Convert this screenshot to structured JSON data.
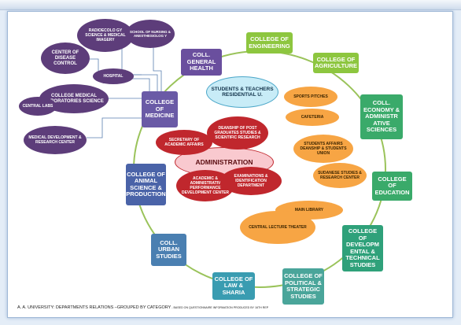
{
  "colleges": [
    {
      "id": "engineering",
      "label": "COLLEGE OF ENGINEERING",
      "color": "#8dc63f"
    },
    {
      "id": "agriculture",
      "label": "COLLEGE OF AGRICULTURE",
      "color": "#8dc63f"
    },
    {
      "id": "economy",
      "label": "COLL. ECONOMY & ADMINISTR ATIVE SCIENCES",
      "color": "#3aaa6a"
    },
    {
      "id": "education",
      "label": "COLLEGE OF EDUCATION",
      "color": "#3aaa6a"
    },
    {
      "id": "development",
      "label": "COLLEGE OF DEVELOPM ENTAL & TECHNICAL STUDIES",
      "color": "#2fa17a"
    },
    {
      "id": "political",
      "label": "COLLEGE OF POLITICAL & STRATEGIC STUDIES",
      "color": "#4aa59a"
    },
    {
      "id": "law",
      "label": "COLLEGE OF LAW & SHARIA",
      "color": "#3a9cb1"
    },
    {
      "id": "urban",
      "label": "COLL. URBAN STUDIES",
      "color": "#4a7fb1"
    },
    {
      "id": "animal",
      "label": "COLLEGE OF ANIMAL SCIENCE & PRODUCTION",
      "color": "#4a63a8"
    },
    {
      "id": "medicine",
      "label": "COLLEGE OF MEDICINE",
      "color": "#6a5aa6"
    },
    {
      "id": "health",
      "label": "COLL. GENERAL HEALTH",
      "color": "#6a4f9e"
    }
  ],
  "medical_units": [
    {
      "id": "radio",
      "label": "RADIOECOLO GY SCIENCE & MEDICAL IMAGERY"
    },
    {
      "id": "nursing",
      "label": "SCHOOL OF NURSING & ANESTHESIOLOG Y"
    },
    {
      "id": "disease",
      "label": "CENTER OF DISEASE CONTROL"
    },
    {
      "id": "hospital",
      "label": "HOSPITAL"
    },
    {
      "id": "labs_science",
      "label": "COLLEGE MEDICAL LABORATORIES SCIENCE"
    },
    {
      "id": "central_labs",
      "label": "CENTRAL LABS"
    },
    {
      "id": "med_dev",
      "label": "MEDICAL DEVELOPMENT & RESEARCH CENTER"
    }
  ],
  "residential": "STUDENTS & TEACHERS RESIDENTIAL U.",
  "administration": {
    "label": "ADMINISTRATION",
    "units": [
      {
        "id": "secretary",
        "label": "SECRETARY OF ACADEMIC AFFAIRS"
      },
      {
        "id": "deanship_post",
        "label": "DEANSHIP OF POST GRADUATES STUDIES & SCIENTIFIC RESEARCH"
      },
      {
        "id": "academic_perf",
        "label": "ACADEMIC & ADMINISTRATIV PERFORMANCE DEVELOPMENT CENTER"
      },
      {
        "id": "exams",
        "label": "EXAMINATIONS & IDENTIFICATION DEPARTMENT"
      }
    ]
  },
  "services": [
    {
      "id": "sports",
      "label": "SPORTS PITCHES"
    },
    {
      "id": "cafeteria",
      "label": "CAFETERIA"
    },
    {
      "id": "student_affairs",
      "label": "STUDENTS AFFAIRS DEANSHIP & STUDENTS UNION"
    },
    {
      "id": "sudanese",
      "label": "SUDANESE STUDIES & RESEARCH CENTER"
    },
    {
      "id": "library",
      "label": "MAIN LIBRARY"
    },
    {
      "id": "theater",
      "label": "CENTRAL LECTURE THEATER"
    }
  ],
  "caption": {
    "main": "A. A. UNIVERSITY: DEPARTMENTS RELATIONS –GROUPED BY CATEGORY",
    "small": " - BASED ON QUESTIONNAIRE INFORMATION PRODUCED BY 16TH REP"
  },
  "colors": {
    "ring": "#9ac35a",
    "purple": "#5d3d7a",
    "orange": "#f7a544",
    "red": "#c0272d",
    "admin": "#f9c9cf",
    "residential": "#c8ecf7"
  }
}
